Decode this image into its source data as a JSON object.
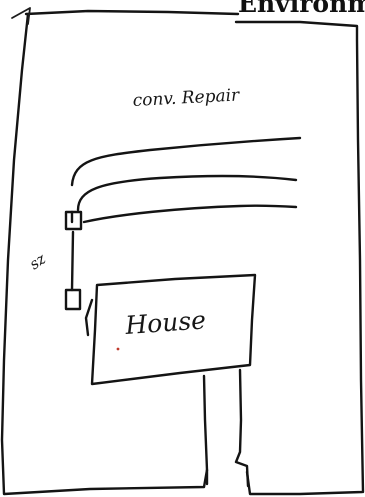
{
  "heading": "Environm",
  "labels": {
    "top": "conv. Repair",
    "side": "sz",
    "house": "House"
  }
}
